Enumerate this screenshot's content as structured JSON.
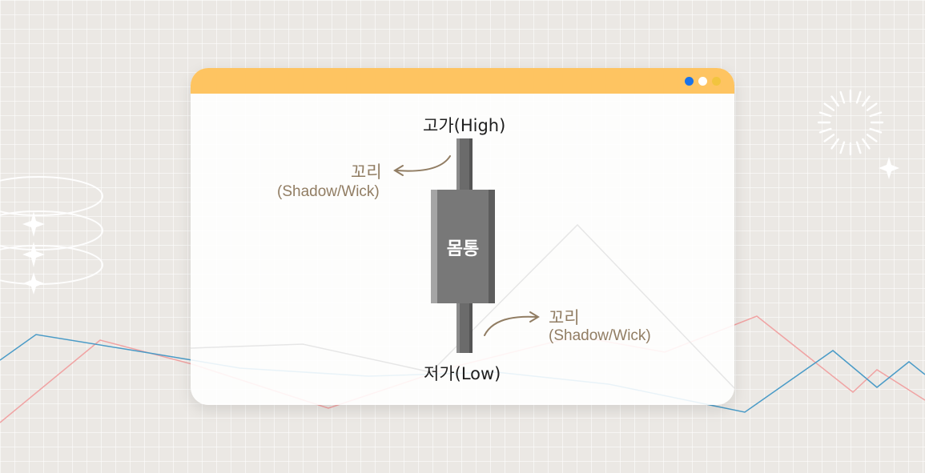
{
  "window": {
    "title_bar_color": "#fec461",
    "window_controls": [
      {
        "name": "blue-dot",
        "color": "#1a73e8"
      },
      {
        "name": "white-dot",
        "color": "#ffffff"
      },
      {
        "name": "yellow-dot",
        "color": "#f2c43e"
      }
    ]
  },
  "diagram": {
    "high_label": "고가(High)",
    "upper_wick_label_ko": "꼬리",
    "upper_wick_label_en": "(Shadow/Wick)",
    "body_label": "몸통",
    "lower_wick_label_ko": "꼬리",
    "lower_wick_label_en": "(Shadow/Wick)",
    "low_label": "저가(Low)"
  },
  "colors": {
    "candle_body": "#787878",
    "candle_wick": "#666666",
    "annotation": "#917d63",
    "line_blue": "#4a9bc7",
    "line_pink": "#f0a3a3"
  }
}
